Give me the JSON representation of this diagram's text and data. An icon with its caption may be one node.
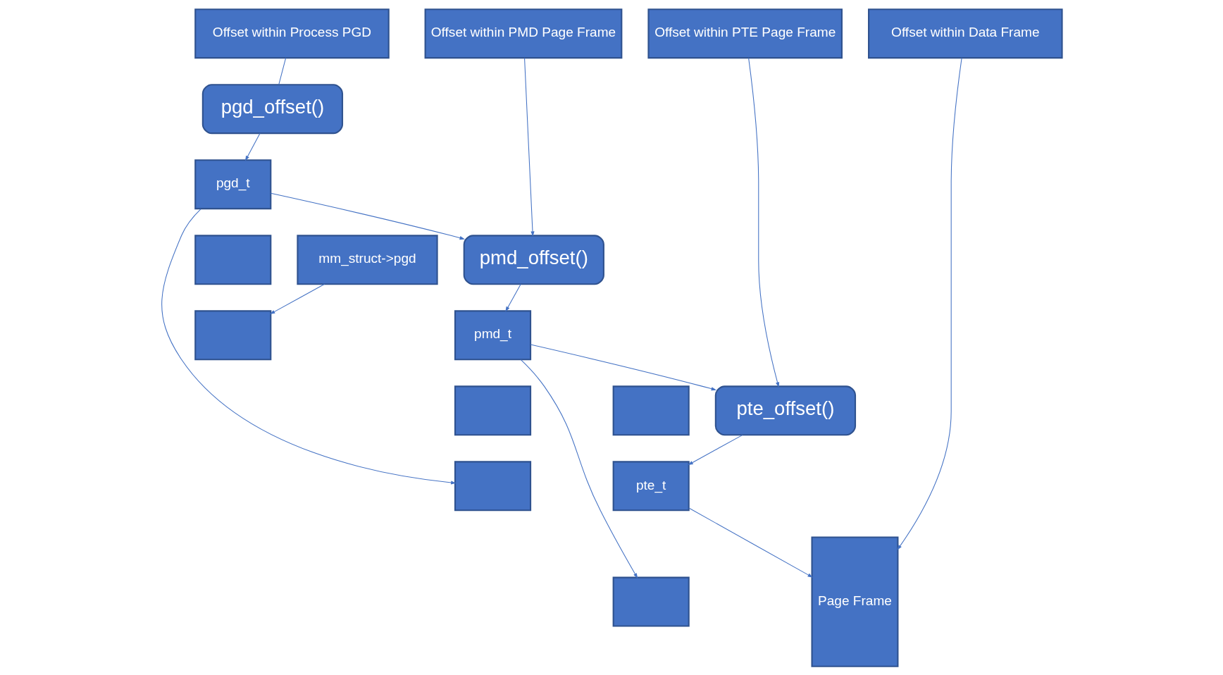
{
  "diagram": {
    "nodes": [
      {
        "text": [
          "Offset within Process PGD"
        ]
      },
      {
        "text": [
          "Offset within PMD Page Frame"
        ]
      },
      {
        "text": [
          "Offset within PTE Page Frame"
        ]
      },
      {
        "text": [
          "Offset within Data Frame"
        ]
      },
      {
        "text": [
          "pte_offset()"
        ]
      },
      {
        "text": [],
        "shape": "box"
      },
      {
        "text": [
          "pte_t"
        ]
      },
      {
        "text": [],
        "shape": "box"
      },
      {
        "text": [
          "Page Frame"
        ]
      },
      {
        "text": [
          "pmd_offset()"
        ]
      },
      {
        "text": [
          "pmd_t"
        ]
      },
      {
        "text": [],
        "shape": "box"
      },
      {
        "text": [],
        "shape": "box"
      },
      {
        "text": [
          "pgd_offset()"
        ]
      },
      {
        "text": [
          "pgd_t"
        ]
      },
      {
        "text": [],
        "shape": "box"
      },
      {
        "text": [],
        "shape": "box"
      },
      {
        "text": [
          "mm_struct->pgd"
        ]
      }
    ],
    "edges": [
      {
        "from": 0,
        "to": 13,
        "arrow": "none"
      },
      {
        "from": 13,
        "to": 14,
        "arrow": "to"
      },
      {
        "from": 17,
        "to": 16,
        "arrow": "to"
      },
      {
        "from": 14,
        "to": 12,
        "arrow": "to"
      },
      {
        "from": 14,
        "to": 9,
        "arrow": "to"
      },
      {
        "from": 1,
        "to": 9,
        "arrow": "to"
      },
      {
        "from": 9,
        "to": 10,
        "arrow": "to"
      },
      {
        "from": 10,
        "to": 4,
        "arrow": "to"
      },
      {
        "from": 10,
        "to": 7,
        "arrow": "to"
      },
      {
        "from": 2,
        "to": 4,
        "arrow": "to"
      },
      {
        "from": 4,
        "to": 6,
        "arrow": "to"
      },
      {
        "from": 6,
        "to": 8,
        "arrow": "to"
      },
      {
        "from": 3,
        "to": 8,
        "arrow": "to"
      }
    ]
  }
}
